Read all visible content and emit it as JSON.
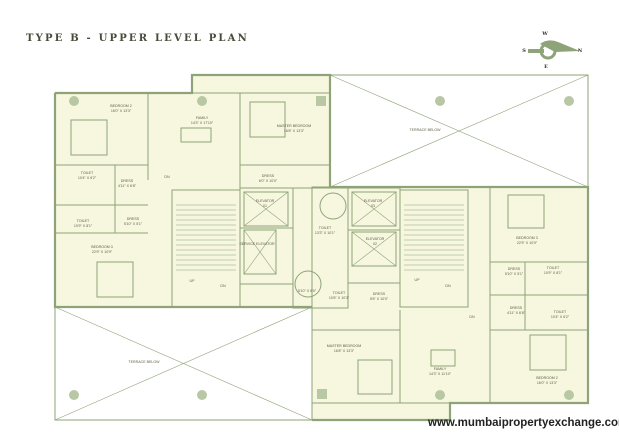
{
  "title": "TYPE B - UPPER LEVEL PLAN",
  "watermark": "www.mumbaipropertyexchange.com",
  "compass": {
    "w": "W",
    "s": "S",
    "n": "N",
    "e": "E"
  },
  "colors": {
    "line": "#8ea377",
    "fill": "#f7f7e0",
    "column": "#b9c8a4"
  },
  "rooms": [
    {
      "name": "BEDROOM 2",
      "dim": "16'0\" X 13'3\""
    },
    {
      "name": "FAMILY",
      "dim": "14'3\" X 17'10\""
    },
    {
      "name": "MASTER BEDROOM",
      "dim": "16'8\" X 13'3\""
    },
    {
      "name": "TERRACE BELOW",
      "dim": ""
    },
    {
      "name": "TOILET",
      "dim": "10'4\" X 6'2\""
    },
    {
      "name": "DRESS",
      "dim": "4'11\" X 6'8\""
    },
    {
      "name": "DRESS",
      "dim": "6'0\" X 10'0\""
    },
    {
      "name": "TOILET",
      "dim": "10'9\" X 8'1\""
    },
    {
      "name": "DRESS",
      "dim": "5'10\" X 5'1\""
    },
    {
      "name": "BEDROOM 3",
      "dim": "22'9\" X 10'9\""
    },
    {
      "name": "ELEVATOR",
      "dim": "01"
    },
    {
      "name": "SERVICE ELEVATOR",
      "dim": ""
    },
    {
      "name": "TOILET",
      "dim": "13'3\" X 10'1\""
    },
    {
      "name": "ELEVATOR",
      "dim": "03"
    },
    {
      "name": "ELEVATOR",
      "dim": "02"
    },
    {
      "name": "BEDROOM 3",
      "dim": "22'9\" X 10'9\""
    },
    {
      "name": "DRESS",
      "dim": "5'10\" X 5'1\""
    },
    {
      "name": "TOILET",
      "dim": "10'9\" X 8'1\""
    },
    {
      "name": "",
      "dim": "5'10\" X 6'0\""
    },
    {
      "name": "TOILET",
      "dim": "10'6\" X 10'3\""
    },
    {
      "name": "DRESS",
      "dim": "5'6\" X 10'0\""
    },
    {
      "name": "DRESS",
      "dim": "4'11\" X 6'8\""
    },
    {
      "name": "TOILET",
      "dim": "10'4\" X 6'2\""
    },
    {
      "name": "TERRACE BELOW",
      "dim": ""
    },
    {
      "name": "MASTER BEDROOM",
      "dim": "16'8\" X 13'3\""
    },
    {
      "name": "FAMILY",
      "dim": "14'3\" X 11'10\""
    },
    {
      "name": "BEDROOM 2",
      "dim": "16'0\" X 13'3\""
    }
  ],
  "stair_labels": [
    "DN",
    "UP",
    "DN",
    "UP",
    "DN",
    "DN"
  ]
}
